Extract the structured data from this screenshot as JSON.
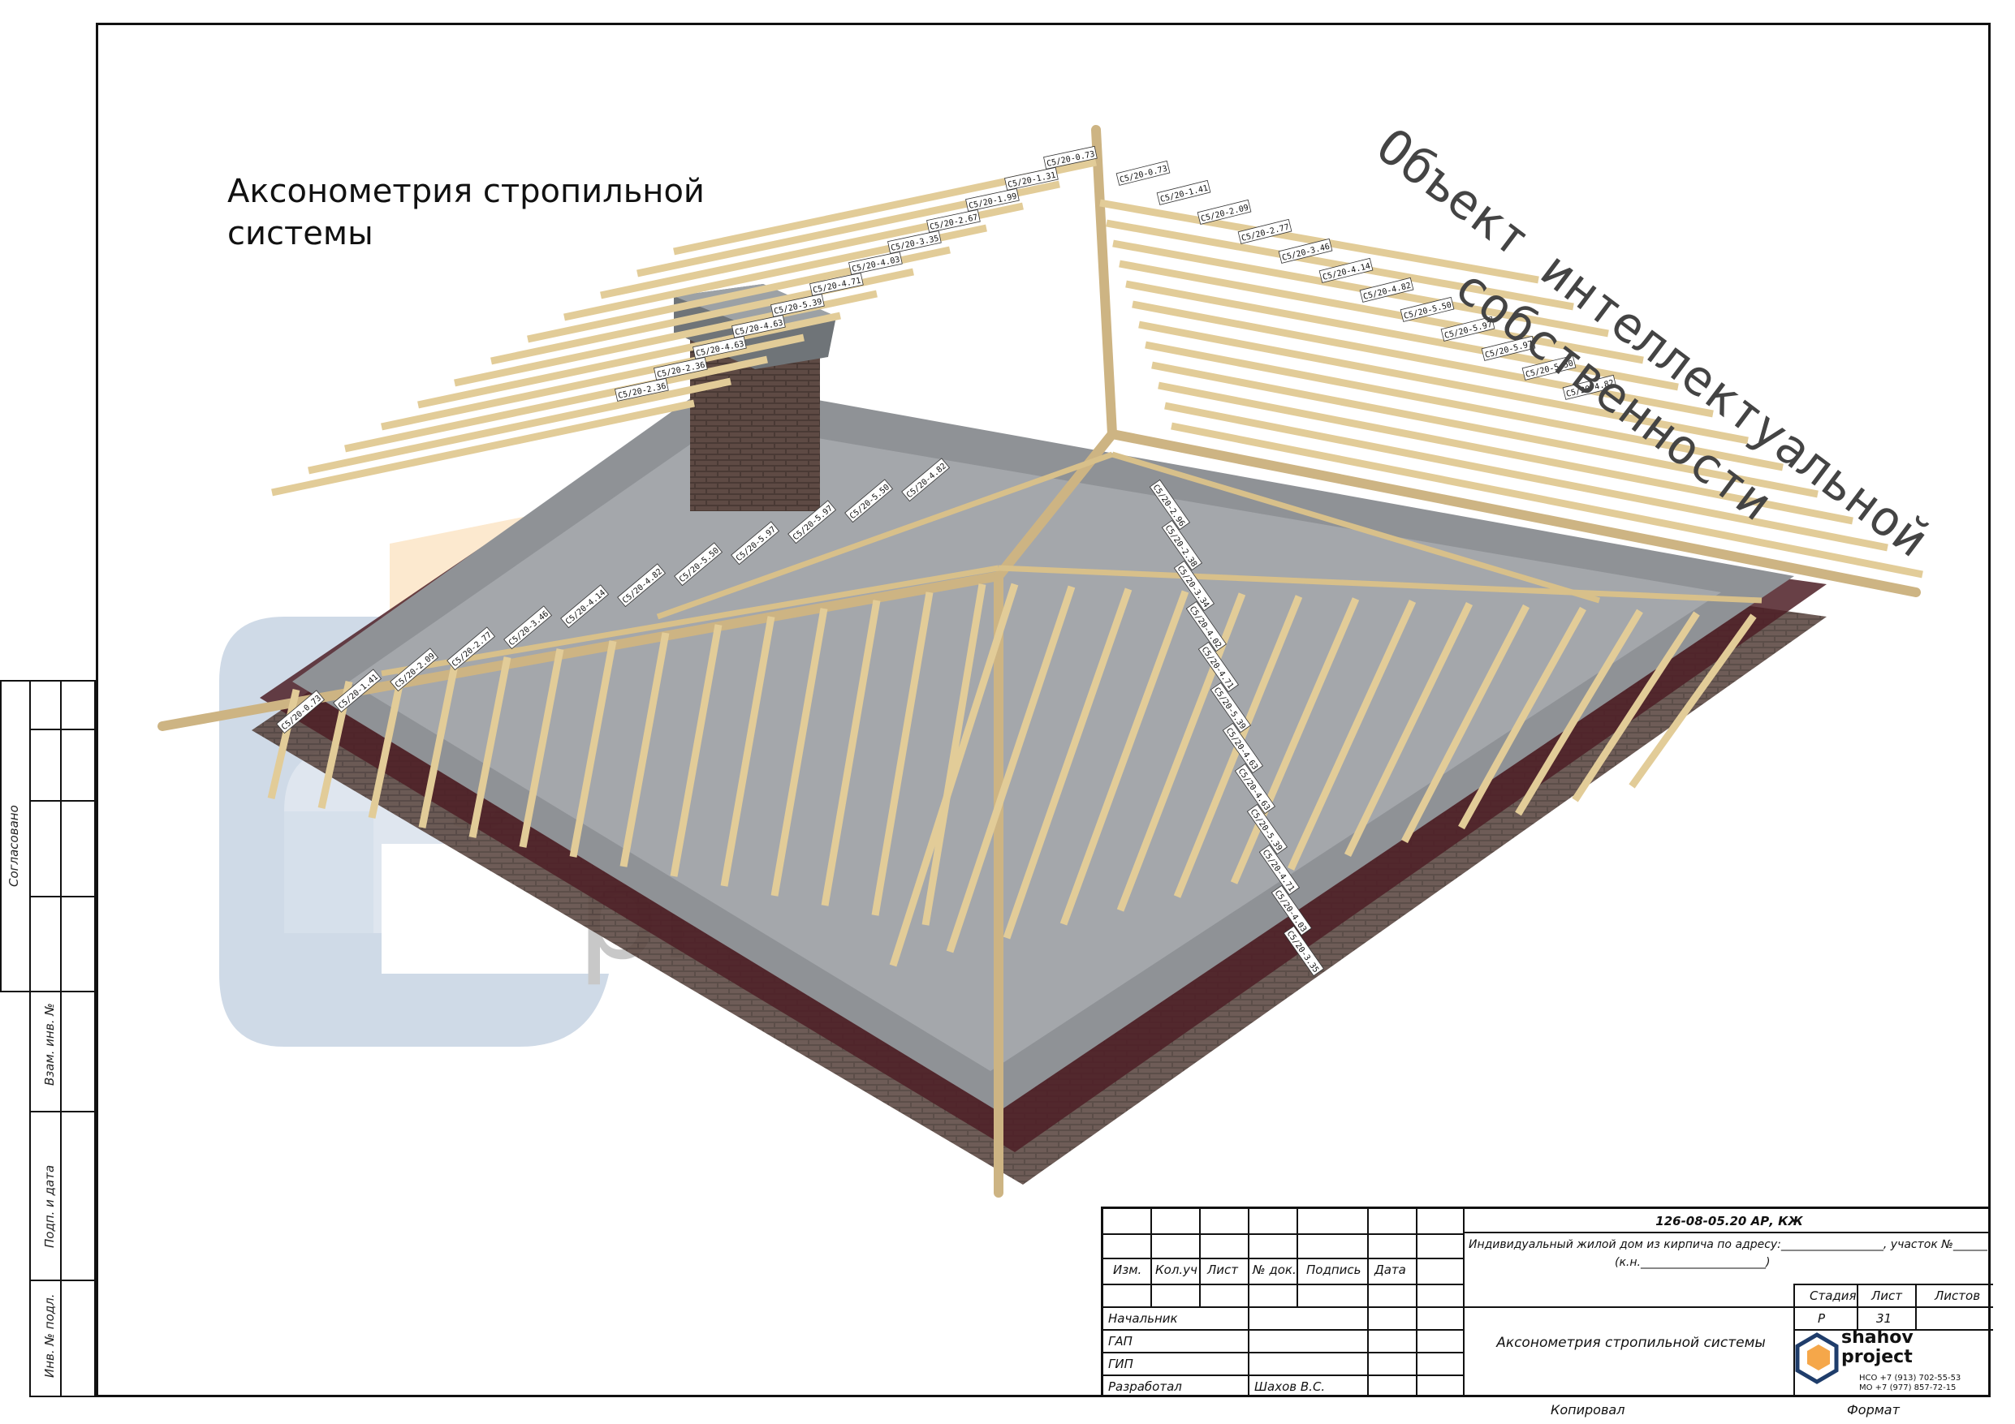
{
  "drawing_title_line1": "Аксонометрия стропильной",
  "drawing_title_line2": "системы",
  "watermark_line1": "Объект интеллектуальной",
  "watermark_line2": "собственности",
  "watermark_logo_word1": "shahov",
  "watermark_logo_word2": "project",
  "side_stamp": {
    "agreed": "Согласовано",
    "replaced_inv": "Взам. инв. №",
    "sign_date": "Подп. и дата",
    "inv_orig": "Инв. № подл."
  },
  "stamp": {
    "doc_code": "126-08-05.20 АР, КЖ",
    "object_line1": "Индивидуальный  жилой дом из кирпича по адресу:__________________, участок №______",
    "object_line2": "(к.н.______________________)",
    "col_izm": "Изм.",
    "col_koluch": "Кол.уч",
    "col_list": "Лист",
    "col_ndok": "№ док.",
    "col_podpis": "Подпись",
    "col_data": "Дата",
    "role_nachalnik": "Начальник",
    "role_gap": "ГАП",
    "role_gip": "ГИП",
    "role_razrabotal": "Разработал",
    "developer_name": "Шахов В.С.",
    "sheet_title": "Аксонометрия стропильной системы",
    "stadia_label": "Стадия",
    "list_label": "Лист",
    "listov_label": "Листов",
    "stadia_value": "Р",
    "list_value": "31",
    "listov_value": ""
  },
  "logo": {
    "word1": "shahov",
    "word2": "project",
    "phone1": "НСО +7 (913) 702-55-53",
    "phone2": "МО +7 (977) 857-72-15"
  },
  "footer": {
    "copied": "Копировал",
    "format": "Формат"
  },
  "rafter_labels_left": [
    "С5/20-0.73",
    "С5/20-1.31",
    "С5/20-1.99",
    "С5/20-2.67",
    "С5/20-3.35",
    "С5/20-4.03",
    "С5/20-4.71",
    "С5/20-5.39",
    "С5/20-4.63",
    "С5/20-4.63",
    "С5/20-2.36",
    "С5/20-2.36"
  ],
  "rafter_labels_right": [
    "С5/20-0.73",
    "С5/20-1.41",
    "С5/20-2.09",
    "С5/20-2.77",
    "С5/20-3.46",
    "С5/20-4.14",
    "С5/20-4.82",
    "С5/20-5.50",
    "С5/20-5.97",
    "С5/20-5.97",
    "С5/20-5.50",
    "С5/20-4.82"
  ],
  "rafter_labels_front": [
    "С5/20-0.73",
    "С5/20-1.41",
    "С5/20-2.09",
    "С5/20-2.77",
    "С5/20-3.46",
    "С5/20-4.14",
    "С5/20-4.82",
    "С5/20-5.50",
    "С5/20-5.97",
    "С5/20-5.97",
    "С5/20-5.50",
    "С5/20-4.82"
  ],
  "rafter_labels_diag": [
    "С5/20-2.96",
    "С5/20-2.38",
    "С5/20-3.34",
    "С5/20-4.02",
    "С5/20-4.71",
    "С5/20-5.39",
    "С5/20-4.63",
    "С5/20-4.63",
    "С5/20-5.39",
    "С5/20-4.71",
    "С5/20-4.03",
    "С5/20-3.35"
  ]
}
